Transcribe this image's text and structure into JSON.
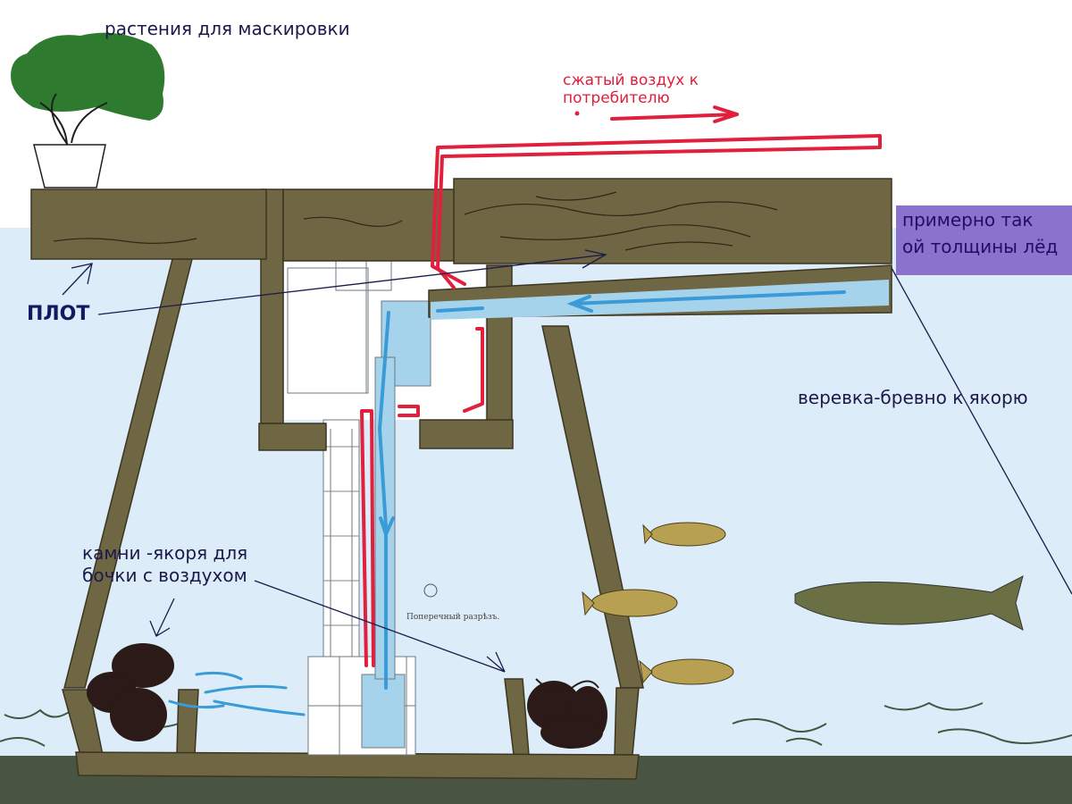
{
  "labels": {
    "plants": "растения для маскировки",
    "compressed_air_line1": "сжатый воздух к",
    "compressed_air_line2": "потребителю",
    "raft": "ПЛОТ",
    "ice_line1": "примерно так",
    "ice_line2": "ой толщины лёд",
    "rope": "веревка-бревно к якорю",
    "stones_line1": "камни -якоря для",
    "stones_line2": "бочки с воздухом",
    "drawing_caption": "Поперечный разрѣзъ."
  },
  "colors": {
    "water": "#dcecf8",
    "wood": "#6f6643",
    "wood_dark": "#3c3520",
    "air_pipe": "#e0203c",
    "water_flow": "#3b9bd6",
    "ice": "#8b72cc",
    "ground": "#4a5443",
    "stone": "#2b1a17",
    "foliage": "#2e7a2e"
  }
}
